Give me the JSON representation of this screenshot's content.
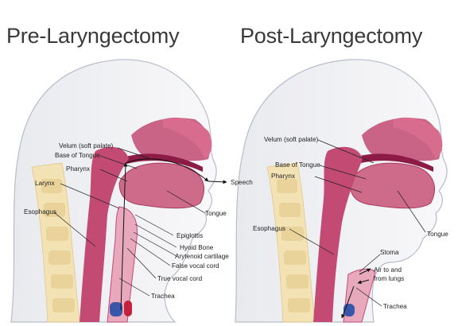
{
  "titles": {
    "pre": "Pre-Laryngectomy",
    "post": "Post-Laryngectomy"
  },
  "pre_labels": {
    "velum": "Velum (soft palate)",
    "base_of_tongue": "Base of Tongue",
    "pharynx": "Pharynx",
    "speech": "Speech",
    "larynx": "Larynx",
    "tongue": "Tongue",
    "esophagus": "Esophagus",
    "epiglottis": "Epiglottis",
    "hyoid_bone": "Hyoid Bone",
    "arytenoid_cartilage": "Arytenoid cartilage",
    "false_vocal_cord": "False vocal cord",
    "true_vocal_cord": "True vocal cord",
    "trachea": "Trachea"
  },
  "post_labels": {
    "velum": "Velum (soft palate)",
    "base_of_tongue": "Base of Tongue",
    "pharynx": "Pharynx",
    "esophagus": "Esophagus",
    "tongue": "Tongue",
    "stoma": "Stoma",
    "air_line1": "Air to and",
    "air_line2": "from lungs",
    "trachea": "Trachea"
  },
  "colors": {
    "skin_fill": "#f4f4f6",
    "outline": "#b7bcc8",
    "tissue": "#c24a73",
    "tissue_light": "#e8a9bd",
    "tongue": "#cf6b8a",
    "airway": "#8c1c45",
    "bone": "#f3e2b4",
    "cartilage": "#c9d4e6",
    "vessel_blue": "#3a56a8",
    "vessel_red": "#c2223b",
    "text": "#1e1e1e"
  }
}
